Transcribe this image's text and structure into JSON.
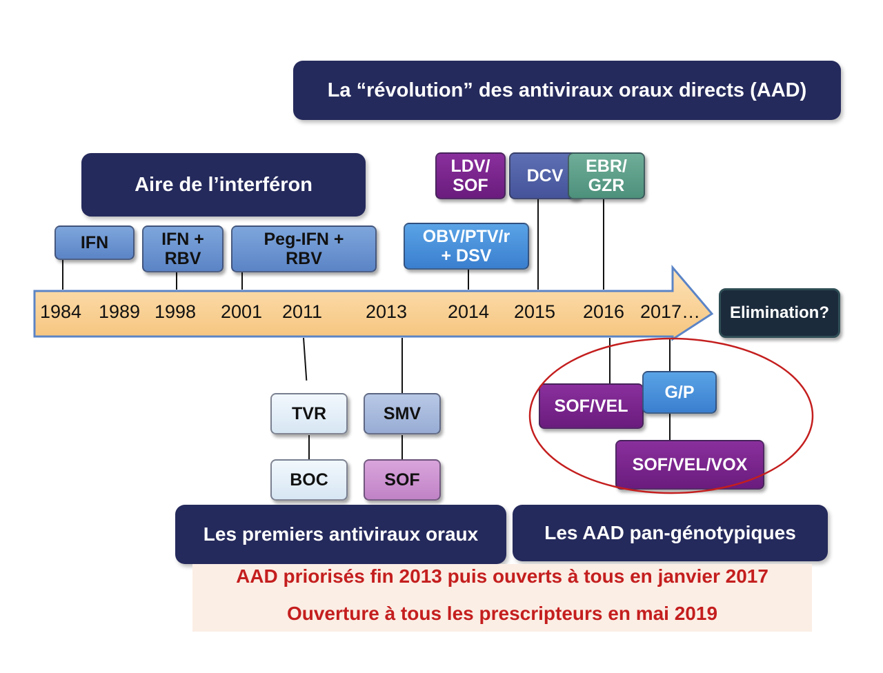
{
  "banners": {
    "aad_revolution": "La “révolution” des antiviraux oraux directs (AAD)",
    "interferon_era": "Aire de l’interféron",
    "first_oral": "Les premiers antiviraux oraux",
    "pan_genotypic": "Les AAD pan-génotypiques"
  },
  "timeline": {
    "years": [
      "1984",
      "1989",
      "1998",
      "2001",
      "2011",
      "2013",
      "2014",
      "2015",
      "2016",
      "2017…"
    ],
    "endpoint": "Elimination?"
  },
  "drugs": {
    "ifn": "IFN",
    "ifn_rbv": "IFN +\nRBV",
    "peg_ifn_rbv": "Peg-IFN +\nRBV",
    "ldv_sof": "LDV/\nSOF",
    "obv": "OBV/PTV/r\n+ DSV",
    "dcv": "DCV",
    "ebr_gzr": "EBR/\nGZR",
    "tvr": "TVR",
    "boc": "BOC",
    "smv": "SMV",
    "sof": "SOF",
    "sof_vel": "SOF/VEL",
    "gp": "G/P",
    "sof_vel_vox": "SOF/VEL/VOX"
  },
  "notes": {
    "line1": "AAD priorisés fin 2013 puis ouverts à tous en janvier 2017",
    "line2": "Ouverture à tous les prescripteurs en mai 2019"
  },
  "colors": {
    "banner_navy": "#252a5c",
    "arrow_fill": "#f9cf8e",
    "arrow_outline": "#5b84c6",
    "highlight_ellipse": "#c41e1e",
    "note_text": "#c41e1e"
  }
}
